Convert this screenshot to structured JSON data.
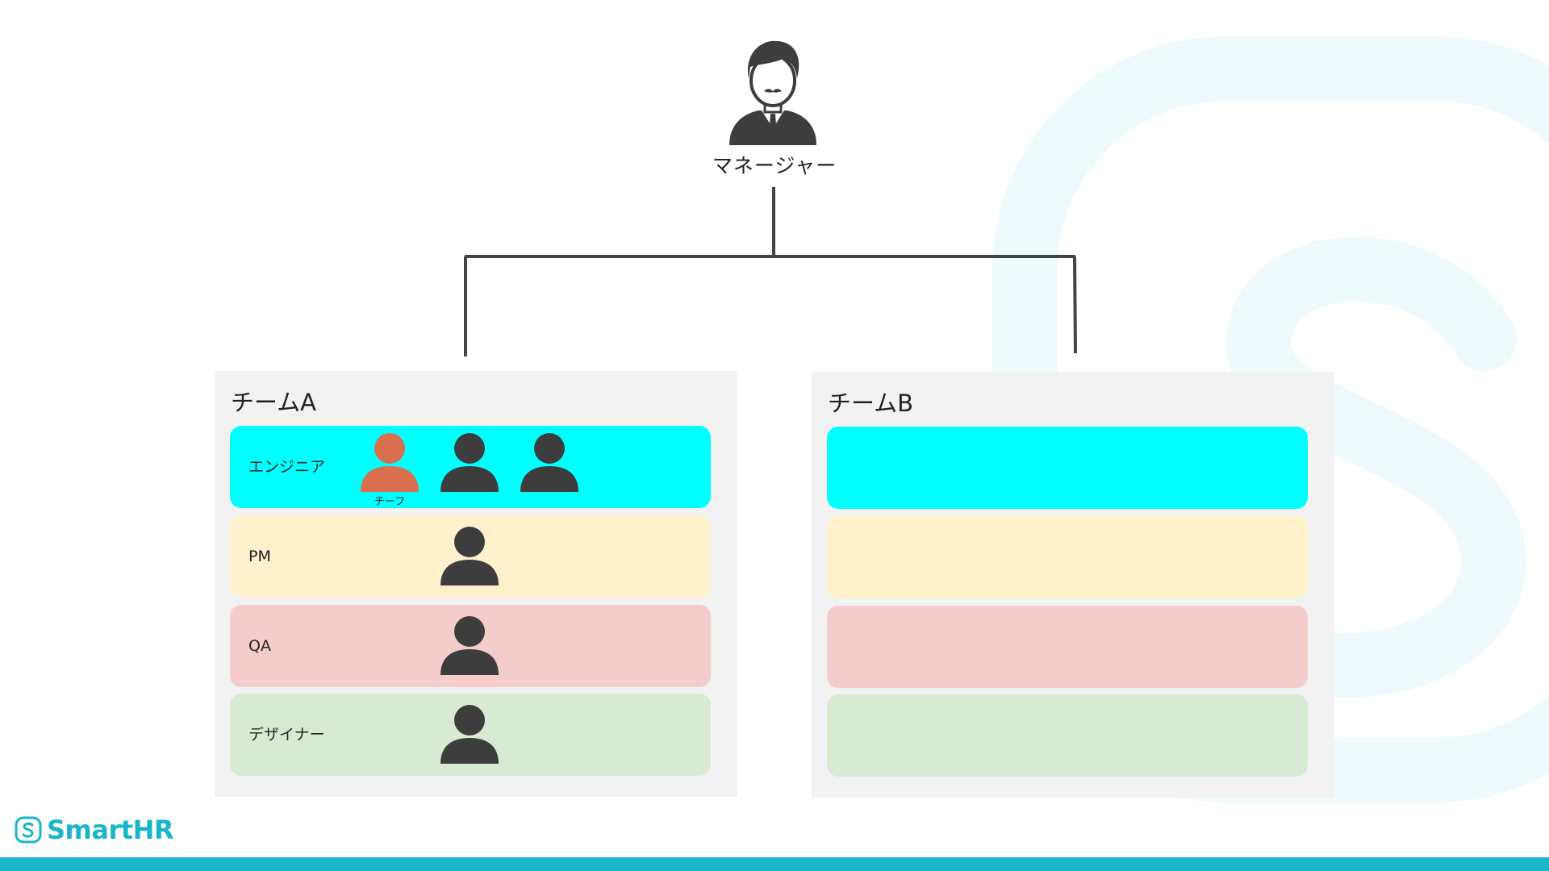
{
  "manager": {
    "label": "マネージャー",
    "icon": "manager-person-icon"
  },
  "teams": [
    {
      "title": "チームA",
      "roles": [
        {
          "label": "エンジニア",
          "members": 3,
          "chief_caption": "チーフ"
        },
        {
          "label": "PM",
          "members": 1
        },
        {
          "label": "QA",
          "members": 1
        },
        {
          "label": "デザイナー",
          "members": 1
        }
      ]
    },
    {
      "title": "チームB",
      "roles": [
        {
          "label": "",
          "members": 0
        },
        {
          "label": "",
          "members": 0
        },
        {
          "label": "",
          "members": 0
        },
        {
          "label": "",
          "members": 0
        }
      ]
    }
  ],
  "brand": {
    "name": "SmartHR",
    "color": "#19b5c8",
    "icon": "smarthr-logo-icon"
  },
  "colors": {
    "engineer_row": "#00ffff",
    "pm_row": "#fff1cc",
    "qa_row": "#f4cccc",
    "designer_row": "#d9ead3",
    "person": "#3d3d3d",
    "chief_person": "#d8704f",
    "panel": "#f2f2f2",
    "connector": "#444444"
  }
}
